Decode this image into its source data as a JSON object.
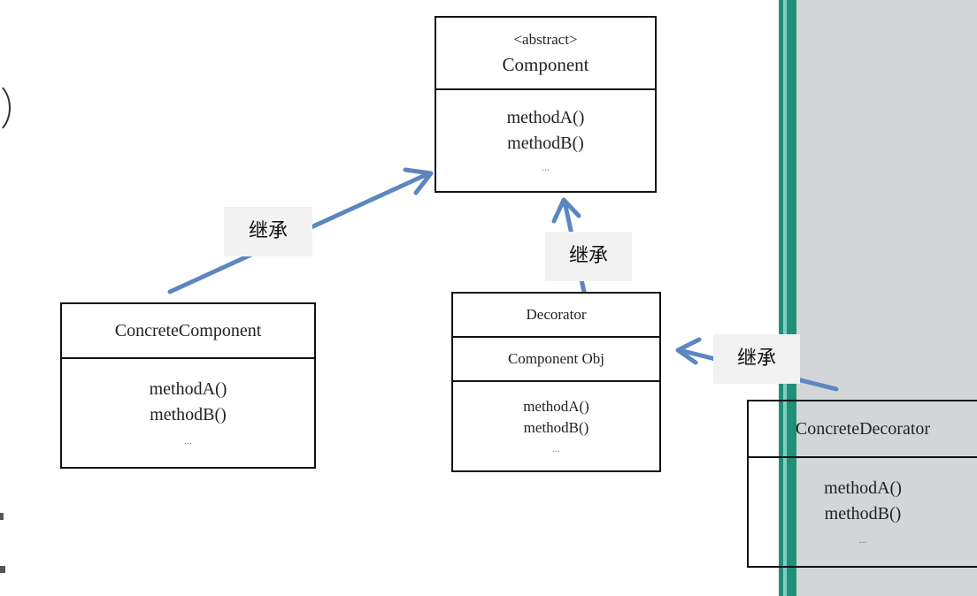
{
  "boxes": {
    "component": {
      "stereotype": "<abstract>",
      "name": "Component",
      "methods": [
        "methodA()",
        "methodB()",
        "..."
      ]
    },
    "concrete_component": {
      "name": "ConcreteComponent",
      "methods": [
        "methodA()",
        "methodB()",
        "..."
      ]
    },
    "decorator": {
      "name": "Decorator",
      "field": "Component Obj",
      "methods": [
        "methodA()",
        "methodB()",
        "..."
      ]
    },
    "concrete_decorator": {
      "name": "ConcreteDecorator",
      "methods": [
        "methodA()",
        "methodB()",
        "..."
      ]
    }
  },
  "labels": {
    "inherit_left": "继承",
    "inherit_middle": "继承",
    "inherit_right": "继承"
  },
  "colors": {
    "arrow": "#5b86c0",
    "box_border": "#111111",
    "label_bg": "#f2f2f2",
    "strip_green": "#1f8f78",
    "panel_gray": "#d3d6d9"
  }
}
